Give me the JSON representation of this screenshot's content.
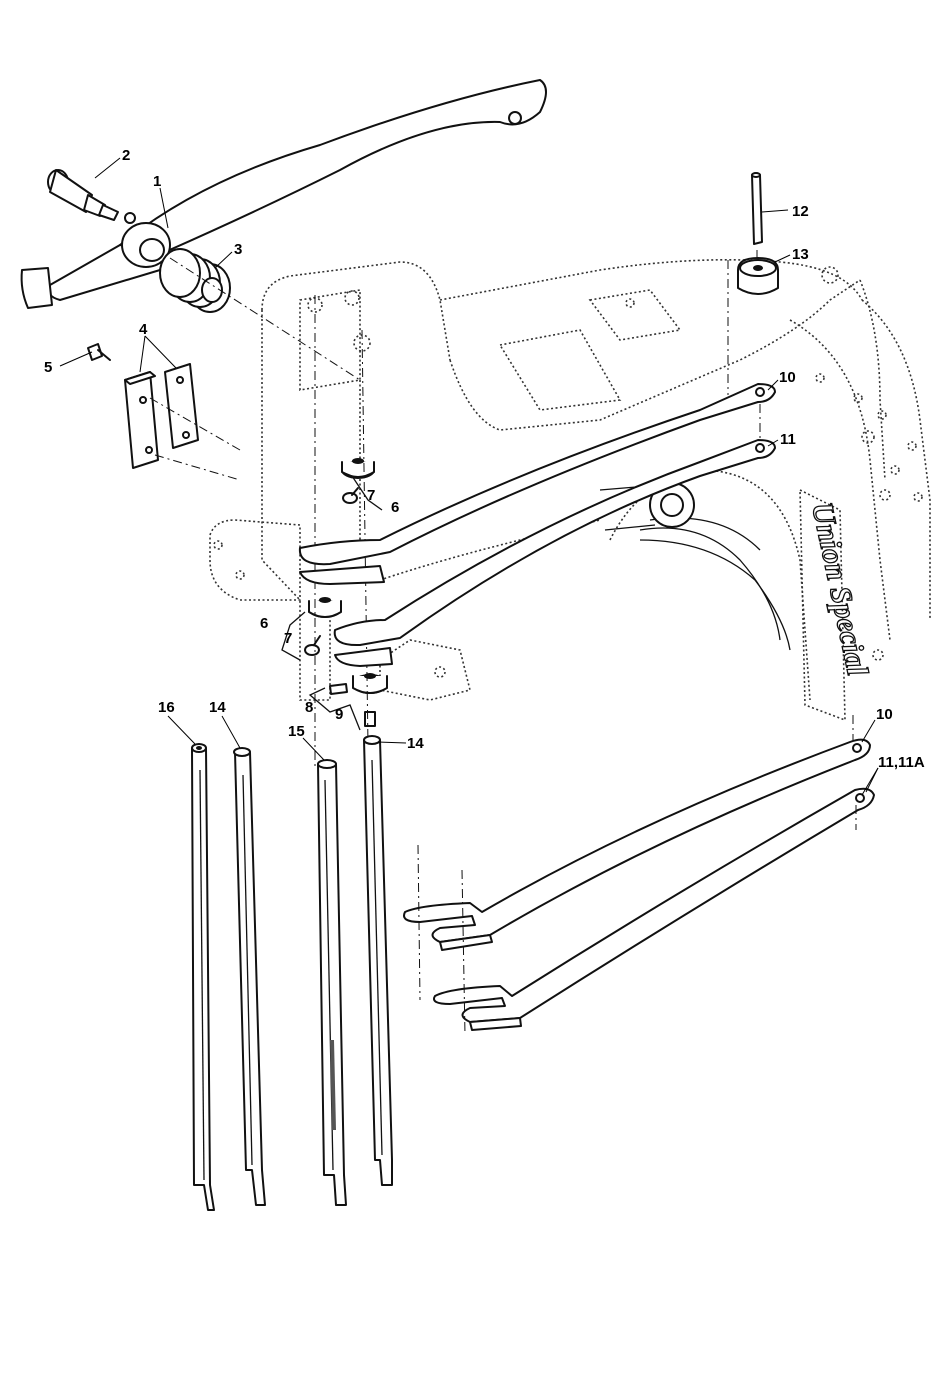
{
  "brand_mark": "Union Special",
  "callouts": [
    {
      "id": "c1",
      "label": "1"
    },
    {
      "id": "c2",
      "label": "2"
    },
    {
      "id": "c3",
      "label": "3"
    },
    {
      "id": "c4",
      "label": "4"
    },
    {
      "id": "c5",
      "label": "5"
    },
    {
      "id": "c6a",
      "label": "6"
    },
    {
      "id": "c6b",
      "label": "6"
    },
    {
      "id": "c7a",
      "label": "7"
    },
    {
      "id": "c7b",
      "label": "7"
    },
    {
      "id": "c8",
      "label": "8"
    },
    {
      "id": "c9",
      "label": "9"
    },
    {
      "id": "c10a",
      "label": "10"
    },
    {
      "id": "c10b",
      "label": "10"
    },
    {
      "id": "c11a",
      "label": "11"
    },
    {
      "id": "c11b",
      "label": "11,11A"
    },
    {
      "id": "c12",
      "label": "12"
    },
    {
      "id": "c13",
      "label": "13"
    },
    {
      "id": "c14a",
      "label": "14"
    },
    {
      "id": "c14b",
      "label": "14"
    },
    {
      "id": "c15",
      "label": "15"
    },
    {
      "id": "c16",
      "label": "16"
    }
  ]
}
